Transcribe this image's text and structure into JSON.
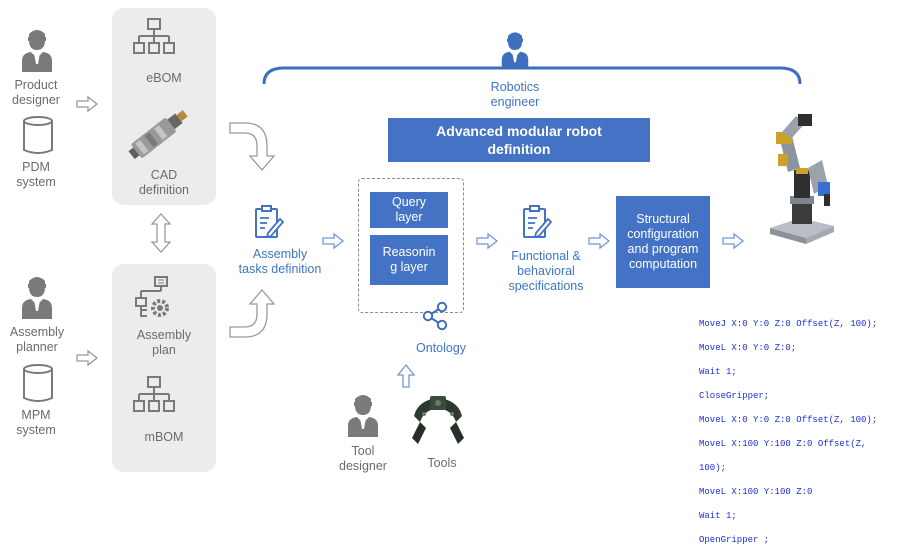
{
  "actors": {
    "product_designer": "Product\ndesigner",
    "pdm_system": "PDM\nsystem",
    "assembly_planner": "Assembly\nplanner",
    "mpm_system": "MPM\nsystem",
    "robotics_engineer": "Robotics\nengineer",
    "tool_designer": "Tool\ndesigner"
  },
  "artifacts": {
    "ebom": "eBOM",
    "cad_definition": "CAD\ndefinition",
    "assembly_plan": "Assembly\nplan",
    "mbom": "mBOM",
    "tools": "Tools",
    "ontology": "Ontology"
  },
  "steps": {
    "assembly_tasks_definition": "Assembly\ntasks definition",
    "advanced_modular_robot_definition": "Advanced modular robot\ndefinition",
    "query_layer": "Query\nlayer",
    "reasoning_layer": "Reasonin\ng layer",
    "functional_behavioral_specifications": "Functional &\nbehavioral\nspecifications",
    "structural_configuration": "Structural\nconfiguration\nand program\ncomputation"
  },
  "robot_program": [
    "MoveJ X:0 Y:0 Z:0 Offset(Z, 100);",
    "MoveL X:0 Y:0 Z:0;",
    "Wait 1;",
    "CloseGripper;",
    "MoveL X:0 Y:0 Z:0 Offset(Z, 100);",
    "MoveL X:100 Y:100 Z:0 Offset(Z,",
    "100);",
    "MoveL X:100 Y:100 Z:0",
    "Wait 1;",
    "OpenGripper ;"
  ],
  "colors": {
    "accent_blue": "#4472c4",
    "text_blue": "#3e76c4",
    "arrow_blue": "#6f9bd8",
    "text_gray": "#6b6b6b",
    "icon_gray": "#7a7a7a",
    "panel_gray": "#ececec",
    "code_blue": "#1d2fd4"
  }
}
